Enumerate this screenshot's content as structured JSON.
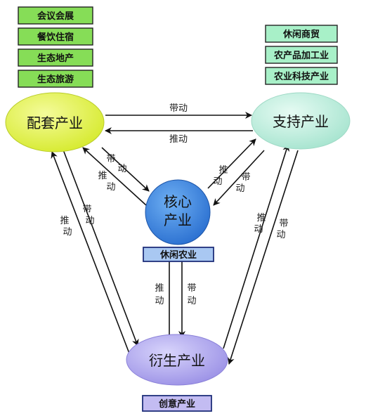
{
  "nodes": {
    "peitao": {
      "label": "配套产业"
    },
    "zhichi": {
      "label": "支持产业"
    },
    "hexin": {
      "label_line1": "核心",
      "label_line2": "产业"
    },
    "yansheng": {
      "label": "衍生产业"
    }
  },
  "boxes": {
    "peitao_items": [
      "会议会展",
      "餐饮住宿",
      "生态地产",
      "生态旅游"
    ],
    "zhichi_items": [
      "休闲商贸",
      "农产品加工业",
      "农业科技产业"
    ],
    "hexin_item": "休闲农业",
    "yansheng_item": "创意产业"
  },
  "arrows": {
    "top_upper": "带动",
    "top_lower": "推动",
    "left_core_1": "带",
    "left_core_2": "动",
    "left_core_3": "推",
    "left_core_4": "动",
    "right_core_1": "推",
    "right_core_2": "动",
    "right_core_3": "带",
    "right_core_4": "动",
    "left_long_1": "推",
    "left_long_2": "动",
    "left_long_3": "带",
    "left_long_4": "动",
    "right_long_1": "推",
    "right_long_2": "动",
    "right_long_3": "带",
    "right_long_4": "动",
    "mid_1": "推",
    "mid_2": "动",
    "mid_3": "带",
    "mid_4": "动"
  },
  "colors": {
    "peitao_fill": "#e6f25a",
    "zhichi_fill": "#c6f0e2",
    "hexin_fill": "#3f86dc",
    "yansheng_fill": "#b9b2ef",
    "green_box": "#7fdc4e",
    "mint_box": "#a8f0c8",
    "blue_box": "#a9c8f2",
    "purple_box": "#c3bcf2"
  }
}
